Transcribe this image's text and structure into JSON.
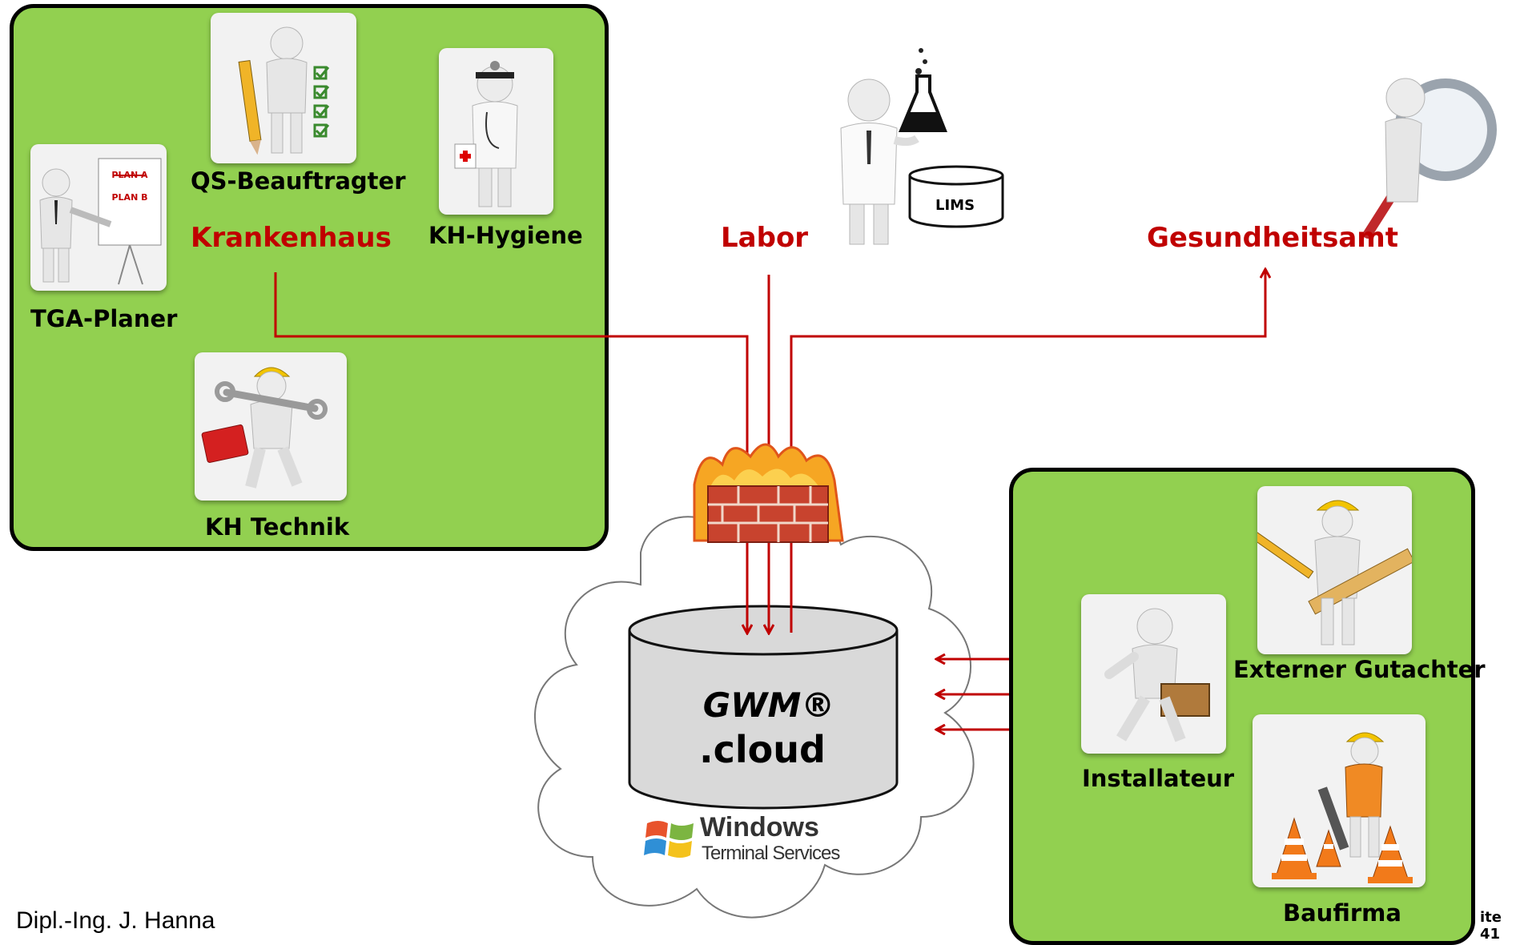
{
  "hospital": {
    "name": "Krankenhaus",
    "roles": {
      "qs": "QS-Beauftragter",
      "hygiene": "KH-Hygiene",
      "tga": "TGA-Planer",
      "technik": "KH Technik"
    },
    "flipchart": {
      "plan_a": "PLAN A",
      "plan_b": "PLAN B"
    }
  },
  "labor": {
    "name": "Labor",
    "system": "LIMS"
  },
  "authority": {
    "name": "Gesundheitsamt"
  },
  "external": {
    "roles": {
      "gutachter": "Externer Gutachter",
      "installateur": "Installateur",
      "baufirma": "Baufirma"
    }
  },
  "cloud": {
    "product": "GWM®",
    "suffix": ".cloud",
    "platform_line1": "Windows",
    "platform_line2": "Terminal Services"
  },
  "footer": {
    "author": "Dipl.-Ing. J. Hanna",
    "page": "ite 41"
  },
  "colors": {
    "group_fill": "#92d050",
    "arrow": "#c00000",
    "org_label": "#c00000"
  },
  "icons": [
    "firewall-icon",
    "cloud-icon",
    "database-icon",
    "windows-logo-icon"
  ]
}
